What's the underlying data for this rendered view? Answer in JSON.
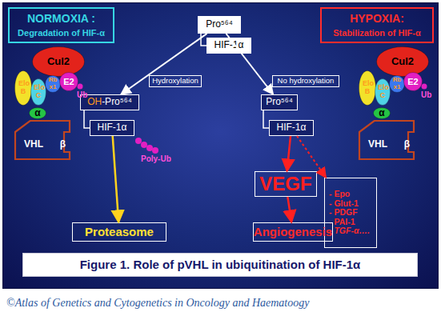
{
  "diagram": {
    "caption": "©Atlas of Genetics and Cytogenetics in Oncology and Haematoogy",
    "nodes": [
      {
        "text": [
          "NORMOXIA :",
          "Degradation of HIF-α"
        ]
      },
      {
        "text": [
          "Pro⁵⁶⁴"
        ]
      },
      {
        "text": [
          "HYPOXIA:",
          "Stabilization of HIF-α"
        ]
      },
      {
        "text": [
          "HIF-1α"
        ]
      },
      {
        "text": [
          "Cul2"
        ]
      },
      {
        "text": [
          "Elo B"
        ]
      },
      {
        "text": [
          "Elo C"
        ]
      },
      {
        "text": [
          "Rb x1"
        ]
      },
      {
        "text": [
          "E2"
        ]
      },
      {
        "text": [
          "Cul2"
        ]
      },
      {
        "text": [
          "Elo B"
        ]
      },
      {
        "text": [
          "Elo C"
        ]
      },
      {
        "text": [
          "Rb x1"
        ]
      },
      {
        "text": [
          "E2"
        ]
      },
      {
        "text": [
          "Hydroxylation"
        ]
      },
      {
        "text": [
          "No hydroxylation"
        ]
      },
      {
        "text": [
          "OH",
          "-Pro⁵⁶⁴"
        ]
      },
      {
        "text": [
          "Pro⁵⁶⁴"
        ]
      },
      {
        "text": [
          "α"
        ]
      },
      {
        "text": [
          "α"
        ]
      },
      {
        "text": [
          "VHL",
          "β"
        ]
      },
      {
        "text": [
          "HIF-1α"
        ]
      },
      {
        "text": [
          "HIF-1α"
        ]
      },
      {
        "text": [
          "VHL",
          "β"
        ]
      },
      {
        "text": [
          "VEGF"
        ]
      },
      {
        "text": [
          "- Epo",
          "- Glut-1",
          "- PDGF",
          "- PAI-1",
          "- TGF-α…."
        ]
      },
      {
        "text": [
          "Proteasome"
        ]
      },
      {
        "text": [
          "Angiogenesis"
        ]
      },
      {
        "text": [
          "Figure 1. Role of pVHL in ubiquitination of HIF-1α"
        ]
      }
    ],
    "edges": [
      {
        "from": 1,
        "to": 16,
        "arrow": "to"
      },
      {
        "from": 1,
        "to": 17,
        "arrow": "to"
      },
      {
        "from": 1,
        "to": 3,
        "arrow": "none"
      },
      {
        "from": 16,
        "to": 21,
        "arrow": "none"
      },
      {
        "from": 17,
        "to": 22,
        "arrow": "none"
      },
      {
        "from": 21,
        "to": 26,
        "arrow": "to"
      },
      {
        "from": 22,
        "to": 24,
        "arrow": "to"
      },
      {
        "from": 24,
        "to": 27,
        "arrow": "to"
      },
      {
        "from": 22,
        "to": 25,
        "arrow": "to"
      }
    ],
    "labels": [
      "Ub",
      "Poly-Ub",
      "Ub"
    ]
  }
}
